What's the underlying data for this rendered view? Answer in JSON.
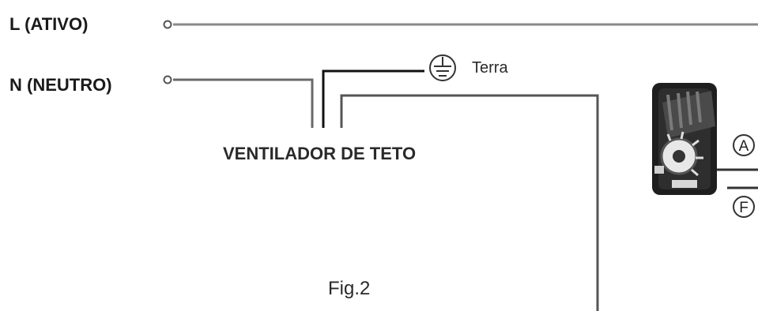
{
  "labels": {
    "live": "L (ATIVO)",
    "neutral": "N (NEUTRO)",
    "ground": "Terra",
    "fan": "VENTILADOR DE TETO",
    "figure": "Fig.2"
  },
  "switch": {
    "terminal_a": "A",
    "terminal_f": "F"
  },
  "icons": {
    "ground": "ground-icon",
    "terminal": "terminal-circle-icon",
    "switch": "rotary-switch-icon"
  },
  "colors": {
    "wire": "#1a1a1a",
    "wire_light": "#8a8a8a"
  }
}
